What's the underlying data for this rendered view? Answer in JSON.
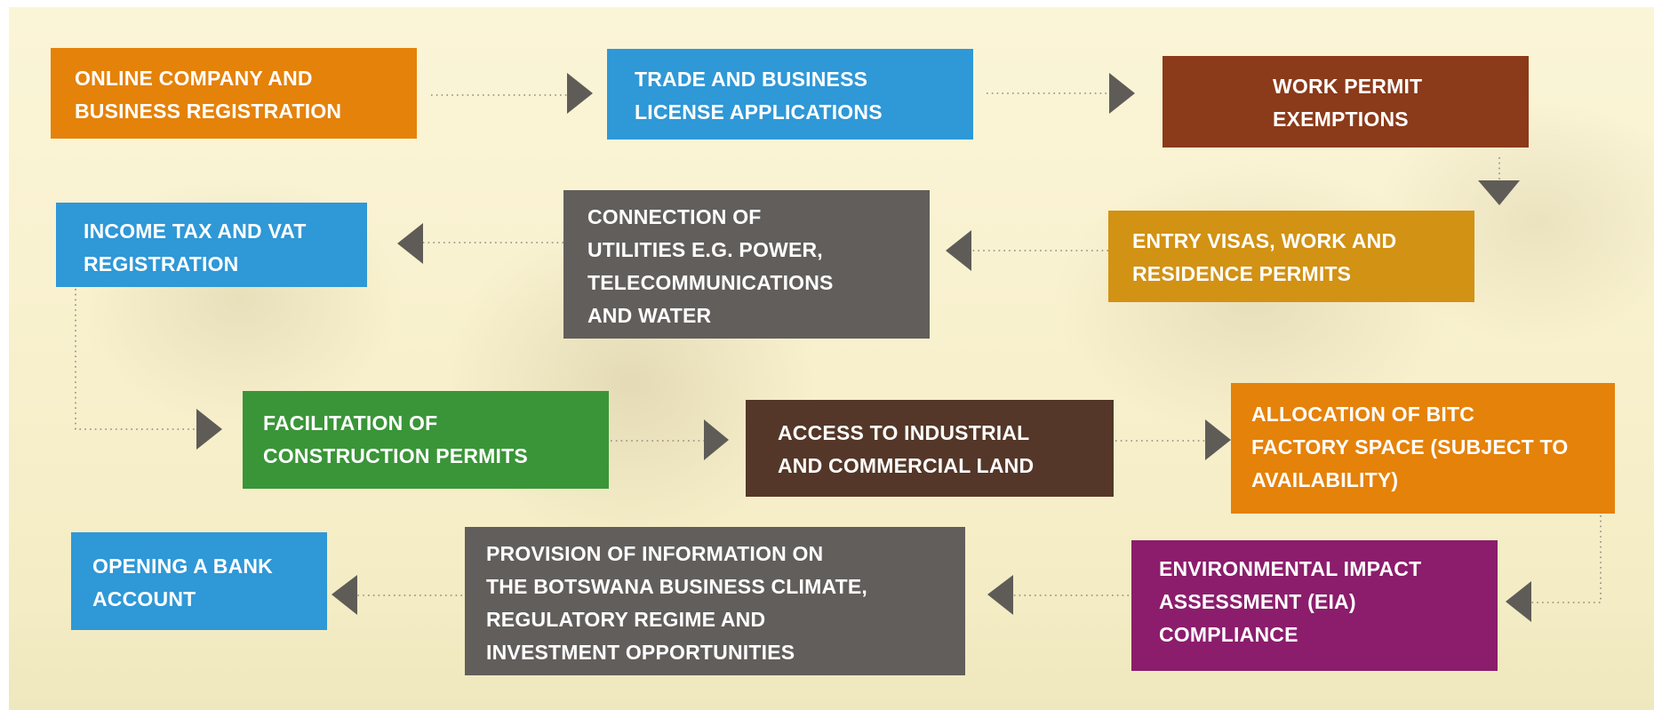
{
  "steps": [
    {
      "label": "Online company and\nbusiness registration",
      "color": "#e5820a"
    },
    {
      "label": "Trade and business\nlicense applications",
      "color": "#2f98d7"
    },
    {
      "label": "Work permit\nexemptions",
      "color": "#8b3a1a"
    },
    {
      "label": "Entry visas, work and\nresidence permits",
      "color": "#d29214"
    },
    {
      "label": "Connection of\nutilities e.g. power,\ntelecommunications\nand water",
      "color": "#625e5c"
    },
    {
      "label": "Income tax and VAT\nregistration",
      "color": "#2f98d7"
    },
    {
      "label": "Facilitation of\nconstruction permits",
      "color": "#3a9538"
    },
    {
      "label": "Access to industrial\nand commercial land",
      "color": "#543728"
    },
    {
      "label": "Allocation of BITC\nfactory space (subject  to\navailability)",
      "color": "#e5820a"
    },
    {
      "label": "Environmental impact\nassessment (EIA)\ncompliance",
      "color": "#8b1d6c"
    },
    {
      "label": "Provision of information on\nthe Botswana business climate,\nregulatory regime and\ninvestment opportunities",
      "color": "#625e5c"
    },
    {
      "label": "Opening a bank\naccount",
      "color": "#2f98d7"
    }
  ],
  "connector_color": "#5f5c58"
}
